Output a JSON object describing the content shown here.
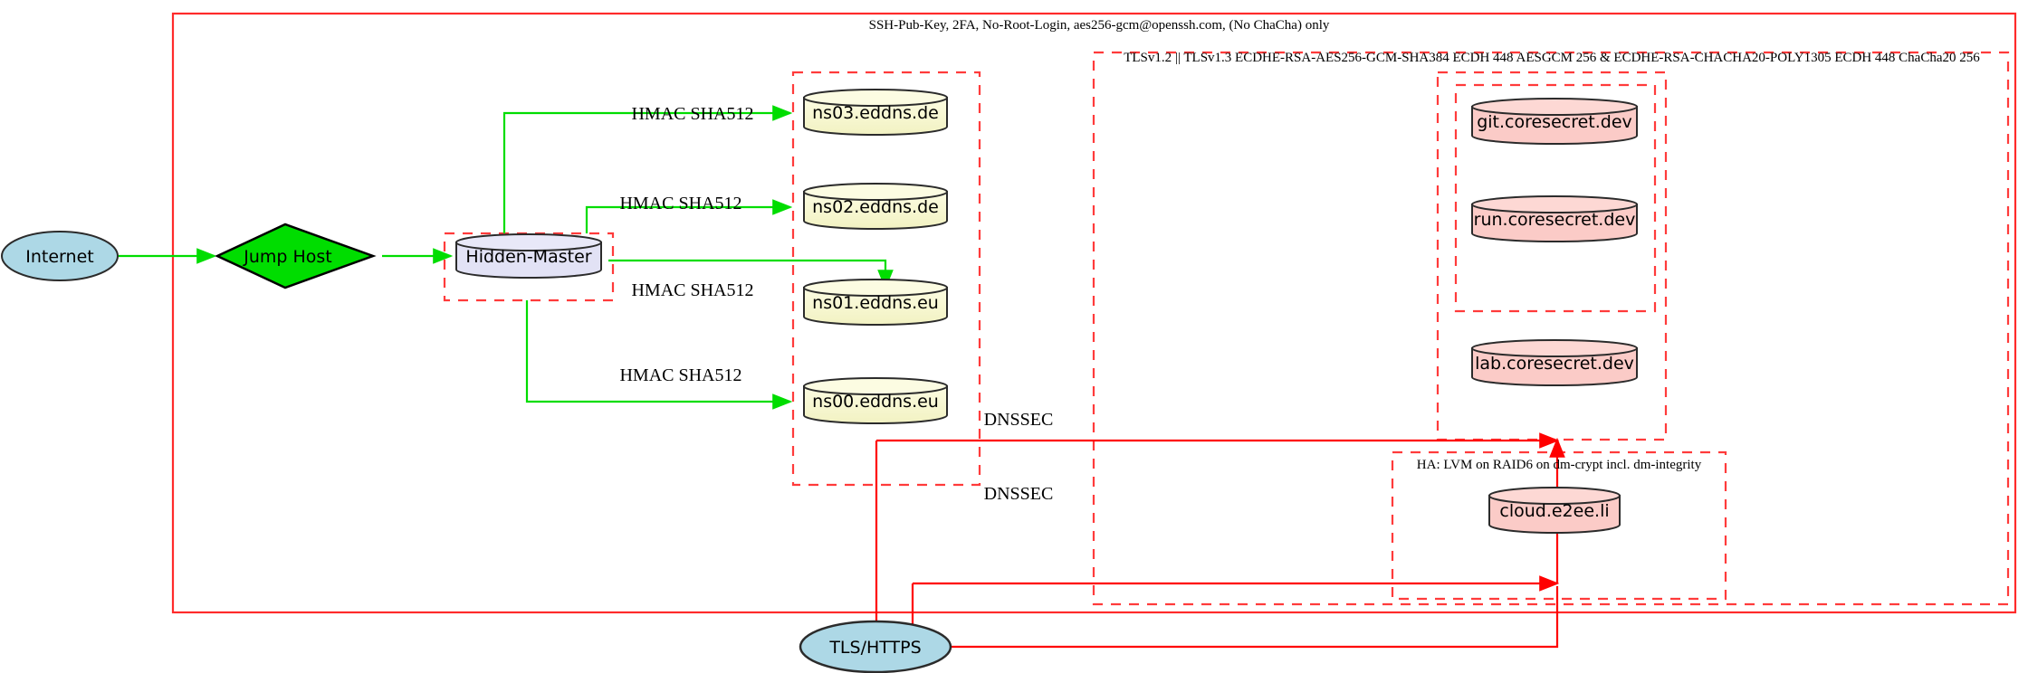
{
  "diagram": {
    "title_annotations": {
      "ssh_policy": "SSH-Pub-Key, 2FA, No-Root-Login, aes256-gcm@openssh.com, (No ChaCha) only",
      "tls_policy": "TLSv1.2 || TLSv1.3 ECDHE-RSA-AES256-GCM-SHA384 ECDH 448 AESGCM 256 & ECDHE-RSA-CHACHA20-POLY1305 ECDH 448 ChaCha20 256",
      "ha_policy": "HA: LVM on RAID6 on dm-crypt incl. dm-integrity"
    },
    "nodes": {
      "internet": "Internet",
      "jump_host": "Jump Host",
      "hidden_master": "Hidden-Master",
      "ns03": "ns03.eddns.de",
      "ns02": "ns02.eddns.de",
      "ns01": "ns01.eddns.eu",
      "ns00": "ns00.eddns.eu",
      "git": "git.coresecret.dev",
      "run": "run.coresecret.dev",
      "lab": "lab.coresecret.dev",
      "cloud": "cloud.e2ee.li",
      "tls_https": "TLS/HTTPS"
    },
    "edge_labels": {
      "hmac_ns03": "HMAC SHA512",
      "hmac_ns02": "HMAC SHA512",
      "hmac_ns01": "HMAC SHA512",
      "hmac_ns00": "HMAC SHA512",
      "dnssec_upper": "DNSSEC",
      "dnssec_lower": "DNSSEC"
    },
    "colors": {
      "red_boundary": "#ff2b2b",
      "green_edge": "#00dd00",
      "red_edge": "#ff0000",
      "internet_fill": "#add8e6",
      "jump_host_fill": "#00dd00",
      "hidden_master_fill": "#e2e2f5",
      "ns_fill": "#f7f7cf",
      "coresecret_fill": "#fbcbc7"
    }
  }
}
